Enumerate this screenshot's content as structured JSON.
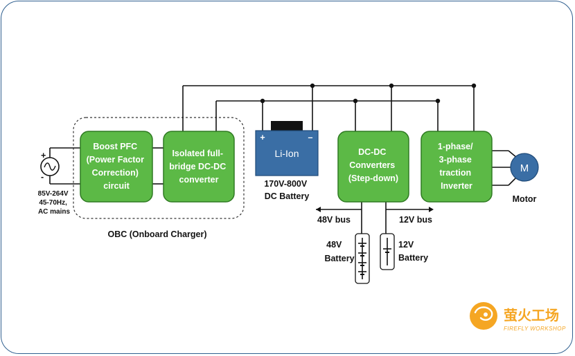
{
  "blocks": {
    "pfc": [
      "Boost PFC",
      "(Power Factor",
      "Correction)",
      "circuit"
    ],
    "dcdc_iso": [
      "Isolated full-",
      "bridge DC-DC",
      "converter"
    ],
    "battery": "Li-Ion",
    "dcdc_down": [
      "DC-DC",
      "Converters",
      "(Step-down)"
    ],
    "inverter": [
      "1-phase/",
      "3-phase",
      "traction",
      "Inverter"
    ],
    "motor": "M"
  },
  "labels": {
    "source": [
      "85V-264V",
      "45-70Hz,",
      "AC mains"
    ],
    "obc": "OBC (Onboard Charger)",
    "battery_spec": [
      "170V-800V",
      "DC Battery"
    ],
    "bus48": "48V bus",
    "bus12": "12V bus",
    "batt48": [
      "48V",
      "Battery"
    ],
    "batt12": [
      "12V",
      "Battery"
    ],
    "motor": "Motor",
    "plus": "+",
    "minus": "-",
    "batt_plus": "+",
    "batt_minus": "–"
  },
  "logo": {
    "cn": "萤火工场",
    "en": "FIREFLY WORKSHOP"
  },
  "colors": {
    "block": "#5cb946",
    "block_border": "#2f7a22",
    "battery": "#3a6ea5",
    "motor": "#3a6ea5",
    "frame": "#2f5f8f",
    "logo": "#f5a623"
  }
}
